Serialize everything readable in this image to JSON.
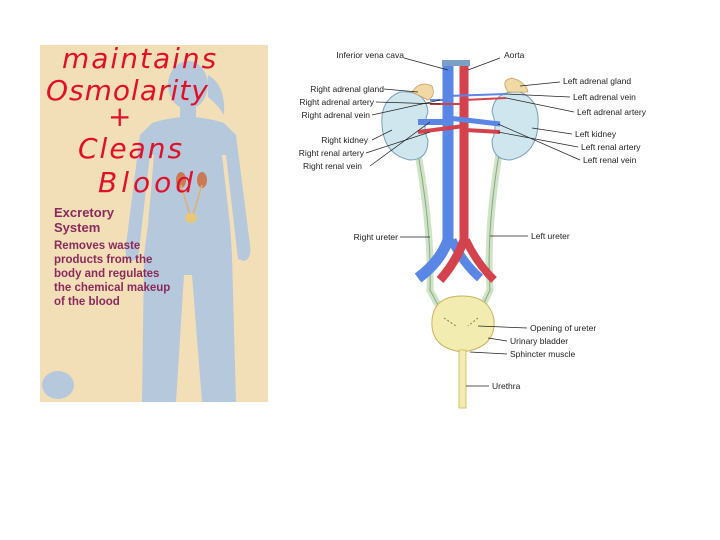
{
  "handwritten_notes": [
    "maintains",
    "Osmolarity",
    "+",
    "Cleans",
    "Blood"
  ],
  "panel": {
    "title_line1": "Excretory",
    "title_line2": "System",
    "description": "Removes waste products from the body and regulates the chemical makeup of the blood"
  },
  "labels": {
    "inferior_vena_cava": "Inferior vena cava",
    "aorta": "Aorta",
    "right_adrenal_gland": "Right adrenal gland",
    "right_adrenal_artery": "Right adrenal artery",
    "right_adrenal_vein": "Right adrenal vein",
    "right_kidney": "Right kidney",
    "right_renal_artery": "Right renal artery",
    "right_renal_vein": "Right renal vein",
    "right_ureter": "Right ureter",
    "left_adrenal_gland": "Left adrenal gland",
    "left_adrenal_vein": "Left adrenal vein",
    "left_adrenal_artery": "Left adrenal artery",
    "left_kidney": "Left kidney",
    "left_renal_artery": "Left renal artery",
    "left_renal_vein": "Left renal vein",
    "left_ureter": "Left ureter",
    "opening_of_ureter": "Opening of ureter",
    "urinary_bladder": "Urinary bladder",
    "sphincter_muscle": "Sphincter muscle",
    "urethra": "Urethra"
  },
  "colors": {
    "vein_blue": "#5a86e6",
    "artery_red": "#d4434d",
    "kidney": "#cfe6ee",
    "ureter": "#cfe3c6",
    "bladder": "#f3ecb0",
    "adrenal": "#f1d9a6",
    "silhouette": "#b6c8dc",
    "panel_bg": "#f2dfb8",
    "panel_text": "#8a2a5a",
    "handwriting": "#e0102a"
  }
}
